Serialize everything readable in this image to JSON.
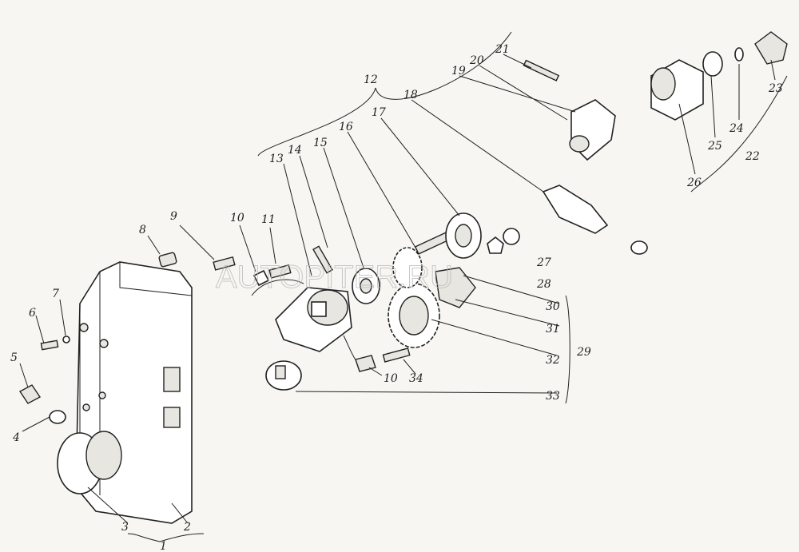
{
  "title": "Exploded view of assembly parts",
  "watermark": "AUTOPITER.RU",
  "callouts": [
    "1",
    "2",
    "3",
    "4",
    "5",
    "6",
    "7",
    "8",
    "9",
    "10",
    "11",
    "12",
    "13",
    "14",
    "15",
    "16",
    "17",
    "18",
    "19",
    "20",
    "21",
    "22",
    "23",
    "24",
    "25",
    "26",
    "27",
    "28",
    "29",
    "30",
    "31",
    "32",
    "33",
    "34",
    "10"
  ]
}
